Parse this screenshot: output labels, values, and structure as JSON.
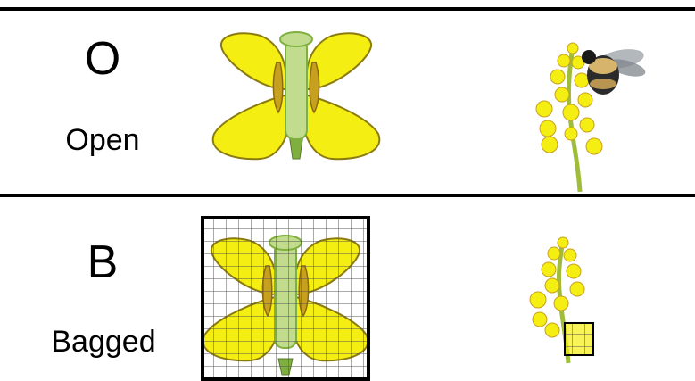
{
  "rows": [
    {
      "code": "O",
      "label": "Open"
    },
    {
      "code": "B",
      "label": "Bagged"
    }
  ],
  "colors": {
    "petal": "#f5ee12",
    "petal_stroke": "#8a7a10",
    "pistil": "#c2dc8e",
    "pistil_dark": "#7fb03f",
    "stamen": "#c8a020",
    "stem": "#9fbd3a",
    "bee_body": "#2b2b2b",
    "bee_band": "#d6b46c",
    "mesh": "#555555"
  }
}
